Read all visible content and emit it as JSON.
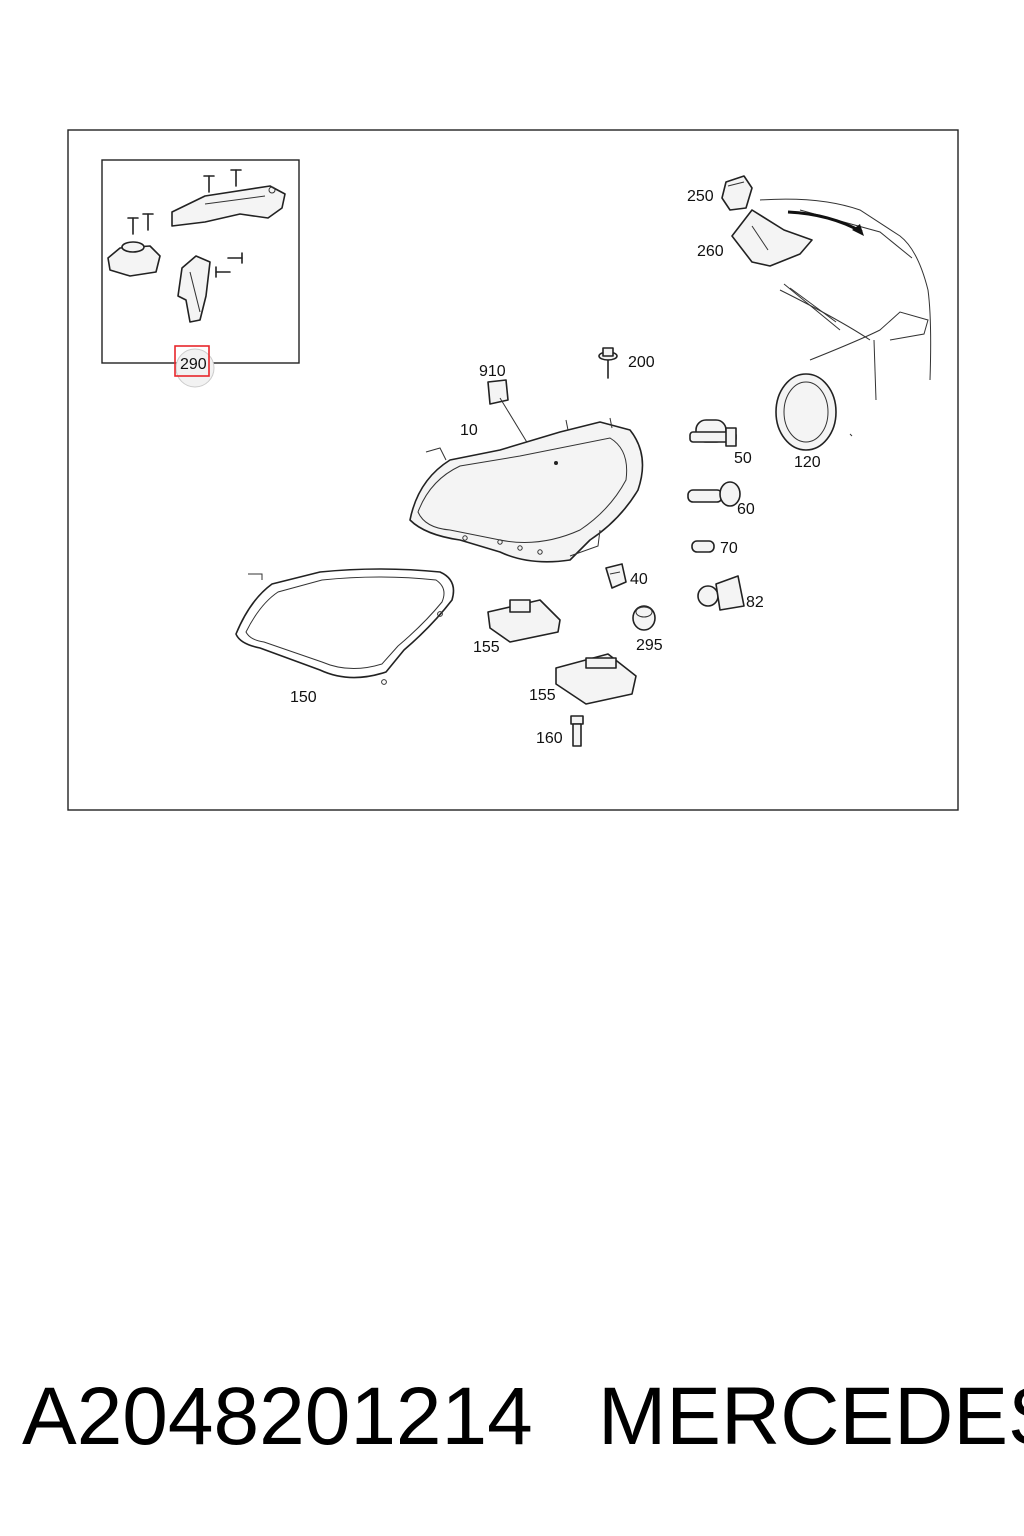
{
  "diagram": {
    "callouts": {
      "c250": "250",
      "c260": "260",
      "c910": "910",
      "c200": "200",
      "c10": "10",
      "c50": "50",
      "c120": "120",
      "c60": "60",
      "c70": "70",
      "c40": "40",
      "c82": "82",
      "c155a": "155",
      "c295": "295",
      "c155b": "155",
      "c150": "150",
      "c160": "160",
      "c290": "290"
    },
    "highlight_color": "#e8262b"
  },
  "footer": {
    "part_number": "A2048201214",
    "brand": "MERCEDES"
  }
}
